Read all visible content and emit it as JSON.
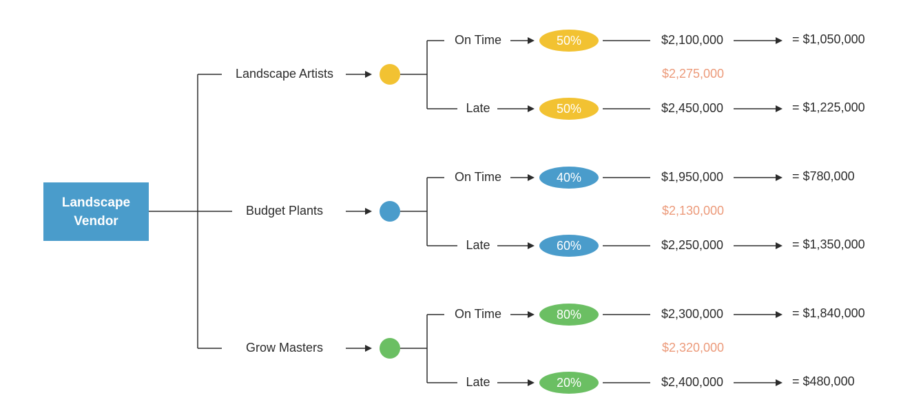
{
  "root": {
    "line1": "Landscape",
    "line2": "Vendor",
    "color": "#4a9ccb"
  },
  "vendors": [
    {
      "name": "Landscape Artists",
      "color": "#f2c232",
      "expected": "$2,275,000",
      "outcomes": [
        {
          "label": "On Time",
          "prob": "50%",
          "cost": "$2,100,000",
          "result": "= $1,050,000"
        },
        {
          "label": "Late",
          "prob": "50%",
          "cost": "$2,450,000",
          "result": "= $1,225,000"
        }
      ]
    },
    {
      "name": "Budget Plants",
      "color": "#4a9ccb",
      "expected": "$2,130,000",
      "outcomes": [
        {
          "label": "On Time",
          "prob": "40%",
          "cost": "$1,950,000",
          "result": "= $780,000"
        },
        {
          "label": "Late",
          "prob": "60%",
          "cost": "$2,250,000",
          "result": "= $1,350,000"
        }
      ]
    },
    {
      "name": "Grow Masters",
      "color": "#6bbf63",
      "expected": "$2,320,000",
      "outcomes": [
        {
          "label": "On Time",
          "prob": "80%",
          "cost": "$2,300,000",
          "result": "= $1,840,000"
        },
        {
          "label": "Late",
          "prob": "20%",
          "cost": "$2,400,000",
          "result": "= $480,000"
        }
      ]
    }
  ],
  "colors": {
    "line": "#2b2b2b",
    "text": "#2b2b2b",
    "expected": "#ec9a7a"
  }
}
